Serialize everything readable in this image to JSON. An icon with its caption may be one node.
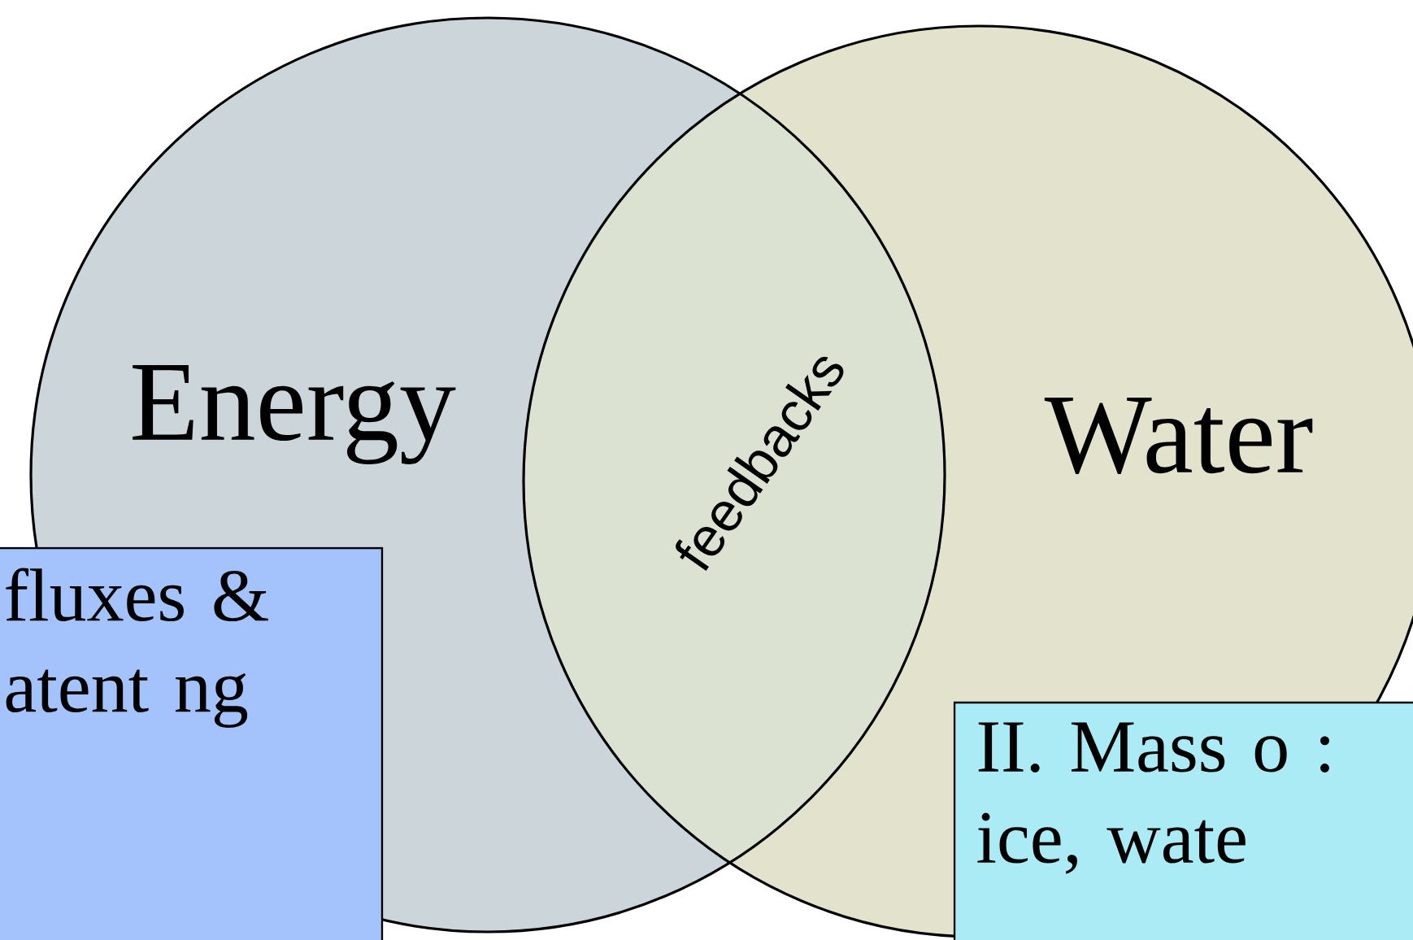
{
  "diagram": {
    "nodes": [
      {
        "text": [
          "Energy"
        ]
      },
      {
        "text": [
          "Water"
        ]
      },
      {
        "text": [
          "fluxes & atent ng"
        ]
      },
      {
        "text": [
          "II. Mass o : ice, wate"
        ]
      }
    ],
    "edges": [],
    "labels": [
      "feedbacks"
    ]
  }
}
